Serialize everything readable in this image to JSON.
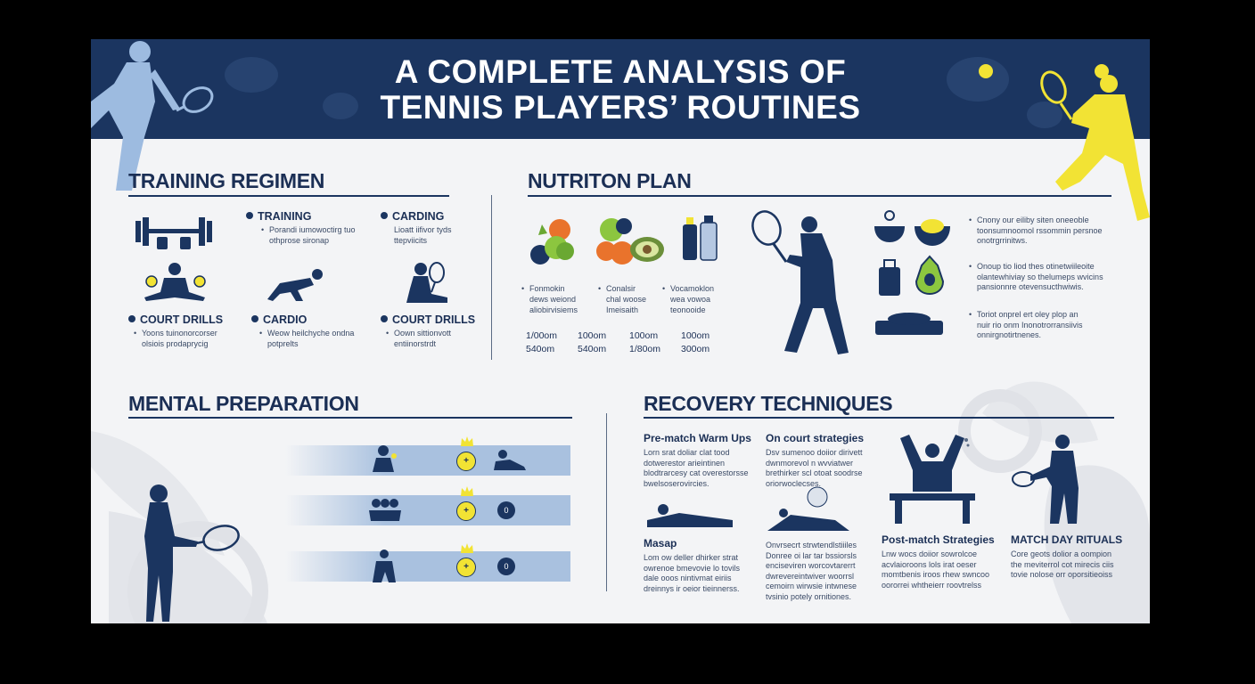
{
  "title": {
    "line1": "A COMPLETE ANALYSIS OF",
    "line2": "TENNIS PLAYERS’ ROUTINES"
  },
  "training": {
    "heading": "TRAINING REGIMEN",
    "items": [
      {
        "label": "TRAINING",
        "text": "Porandi iumowoctirg tuo\nothprose sironap"
      },
      {
        "label": "CARDING",
        "text": "Lioatt iifivor tyds\nttepviicits"
      },
      {
        "label": "COURT DRILLS",
        "text": "Yoons tuinonorcorser\nolsiois prodaprycig"
      },
      {
        "label": "CARDIO",
        "text": "Weow heilchyche ondna\npotprelts"
      },
      {
        "label": "COURT DRILLS",
        "text": "Oown sittionvott\nentiinorstrdt"
      }
    ]
  },
  "nutrition": {
    "heading": "NUTRITON PLAN",
    "columns": [
      {
        "text": "Fonmokin\ndews weiond\naliobirvisiems",
        "v1": "1/00om",
        "v2": "540om"
      },
      {
        "text": "Conalsir\nchal woose\nImeisaith",
        "v1": "100om",
        "v2": "540om"
      },
      {
        "text": "Vocamoklon\nwea vowoa\nteonooide",
        "v1": "100om",
        "v2": "1/80om"
      },
      {
        "text": "",
        "v1": "100om",
        "v2": "300om"
      }
    ],
    "notes": [
      "Cnony our eiliby siten oneeoble\ntoonsumnoomol rssommin persnoe\nonotrgrrinitws.",
      "Onoup tio liod thes otinetwiileoite\nolantewhiviay so thelumeps wvicins\npansionnre otevensucthwiwis.",
      "Toriot onprel ert oley plop an\nnuir rio onm Inonotrorransiivis\nonnirgnotirtnenes."
    ]
  },
  "mental": {
    "heading": "MENTAL PREPARATION",
    "rows": [
      {
        "badge": "+"
      },
      {
        "badge": "+",
        "badge2": "0"
      },
      {
        "badge": "+",
        "badge2": "0"
      }
    ]
  },
  "recovery": {
    "heading": "RECOVERY TECHNIQUES",
    "items": [
      {
        "label": "Pre-match Warm Ups",
        "text": "Lorn srat doliar clat tood\ndotwerestor arieintinen\nblodtrarcesy cat overestorsse\nbwelsoserovircies."
      },
      {
        "label": "On court strategies",
        "text": "Dsv sumenoo doiior dirivett\ndwnmorevol n wvviatwer\nbrethirker scl otoat soodrse\noriorwoclecses."
      },
      {
        "label": "Masap",
        "text": "Lom ow deller dhirker strat\nowrenoe bmevovie lo tovils\ndale ooos nintivmat eiriis\ndreinnys ir oeior tieinnerss."
      },
      {
        "label": "",
        "text": "Onvrsecrt strwtendlstiiiles\nDonree oi lar tar bssiorsls\nenciseviren worcovtarerrt\ndwrevereintwiver woorrsl\ncemoirn wirwsie intwnese\ntvsinio potely ornitiones."
      },
      {
        "label": "Post-match Strategies",
        "text": "Lnw wocs doiior sowrolcoe\nacvlaioroons lols irat oeser\nmomtbenis iroos rhew swncoo\noororrei whtheierr roovtrelss"
      },
      {
        "label": "MATCH DAY RITUALS",
        "text": "Core geots dolior a oompion\nthe meviterrol cot mirecis ciis\ntovie nolose orr oporsitieoiss"
      }
    ]
  },
  "colors": {
    "navy": "#1b3560",
    "yellow": "#f2e334",
    "light_blue": "#a9c1df",
    "background": "#f3f4f6"
  }
}
